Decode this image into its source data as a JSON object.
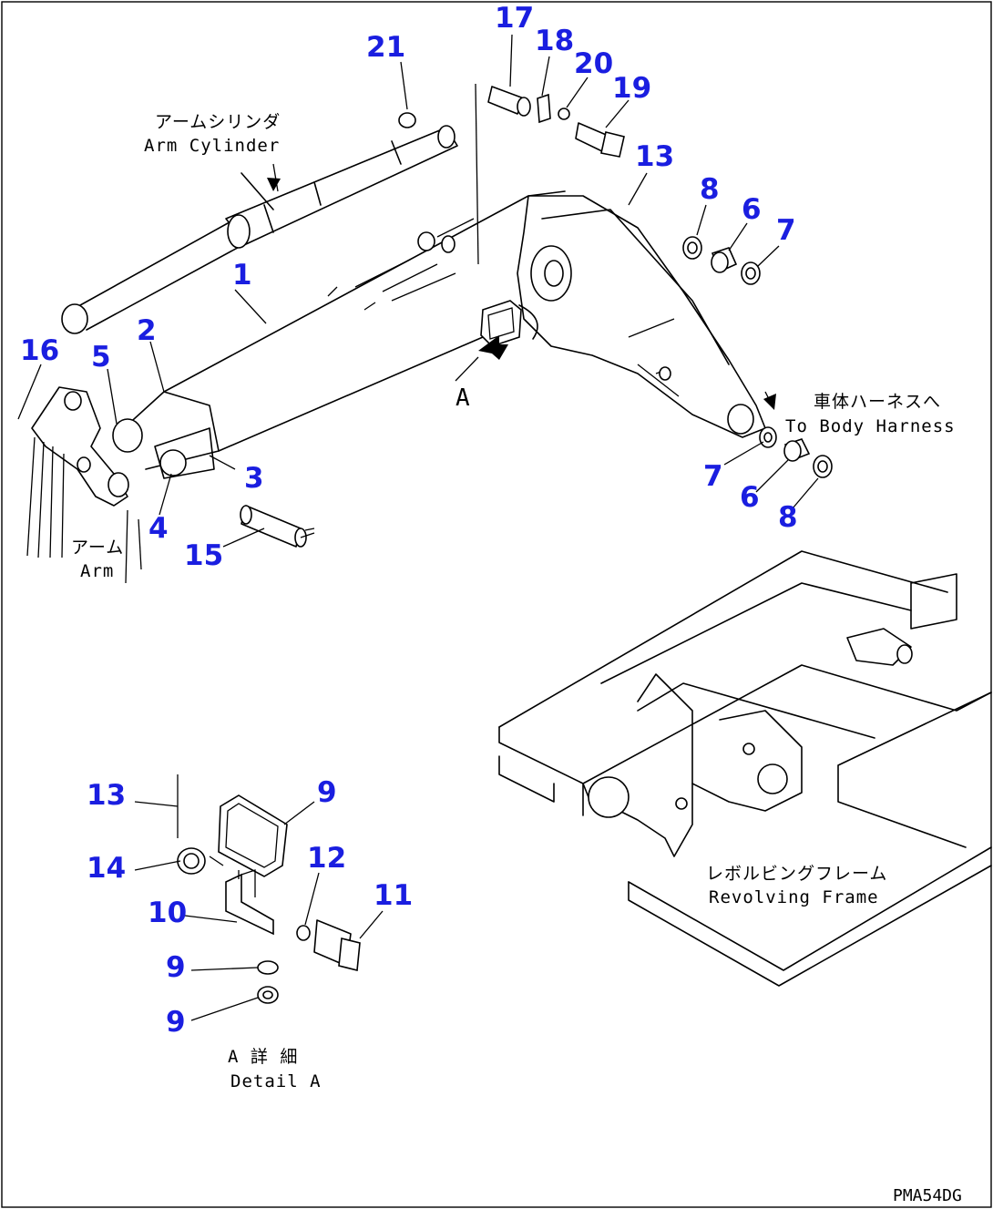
{
  "callouts": {
    "n1": "1",
    "n2": "2",
    "n3": "3",
    "n4": "4",
    "n5": "5",
    "n6a": "6",
    "n6b": "6",
    "n7a": "7",
    "n7b": "7",
    "n8a": "8",
    "n8b": "8",
    "n9a": "9",
    "n9b": "9",
    "n9c": "9",
    "n10": "10",
    "n11": "11",
    "n12": "12",
    "n13a": "13",
    "n13b": "13",
    "n14": "14",
    "n15": "15",
    "n16": "16",
    "n17": "17",
    "n18": "18",
    "n19": "19",
    "n20": "20",
    "n21": "21"
  },
  "labels": {
    "arm_cylinder_jp": "アームシリンダ",
    "arm_cylinder_en": "Arm Cylinder",
    "arm_jp": "アーム",
    "arm_en": "Arm",
    "body_harness_jp": "車体ハーネスへ",
    "body_harness_en": "To Body Harness",
    "revolving_frame_jp": "レボルビングフレーム",
    "revolving_frame_en": "Revolving Frame",
    "view_a": "A",
    "detail_jp": "A 詳 細",
    "detail_en": "Detail A",
    "drawing_code": "PMA54DG"
  },
  "colors": {
    "callout": "#1a1ee0",
    "line": "#000000",
    "background": "#ffffff"
  }
}
